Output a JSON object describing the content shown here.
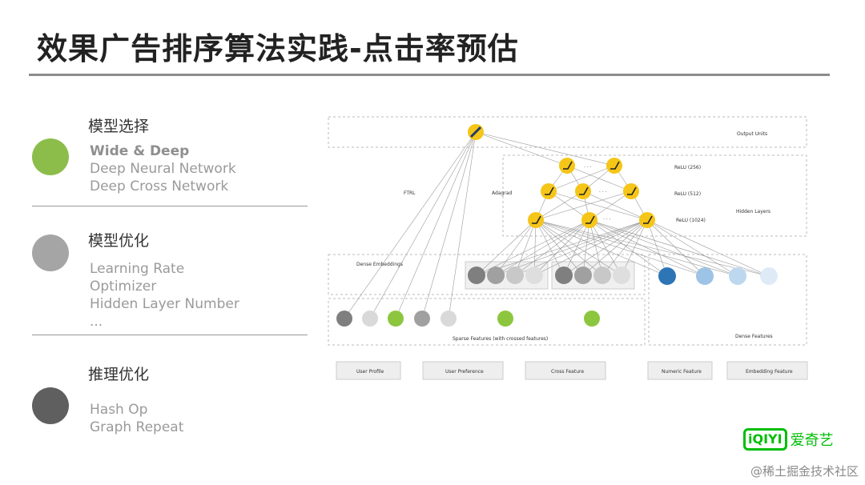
{
  "title": "效果广告排序算法实践-点击率预估",
  "sections": [
    {
      "heading": "模型选择",
      "color": "#8cbd4b",
      "items": [
        "Wide & Deep",
        "Deep Neural Network",
        "Deep Cross Network"
      ]
    },
    {
      "heading": "模型优化",
      "color": "#a5a5a5",
      "items": [
        "Learning Rate",
        "Optimizer",
        "Hidden Layer Number",
        "..."
      ]
    },
    {
      "heading": "推理优化",
      "color": "#5f5f5f",
      "items": [
        "Hash Op",
        "Graph Repeat"
      ]
    }
  ],
  "diagram": {
    "output_units": "Output Units",
    "hidden_layers": "Hidden Layers",
    "ftrl": "FTRL",
    "adagrad": "Adagrad",
    "relu_256": "ReLU (256)",
    "relu_512": "ReLU (512)",
    "relu_1024": "ReLU (1024)",
    "dense_embeddings": "Dense Embeddings",
    "sparse_features": "Sparse Features (with crossed features)",
    "dense_features": "Dense Features",
    "ellipsis": "· · ·",
    "legend_buttons": [
      "User Profile",
      "User Preference",
      "Cross Feature",
      "Numeric Feature",
      "Embedding Feature"
    ]
  },
  "logo": {
    "box": "iQIYI",
    "text": "爱奇艺"
  },
  "watermark": "@稀土掘金技术社区",
  "colors": {
    "relu_node": "#f5c518",
    "green": "#8cc63f",
    "blue_dark": "#2e75b6"
  }
}
